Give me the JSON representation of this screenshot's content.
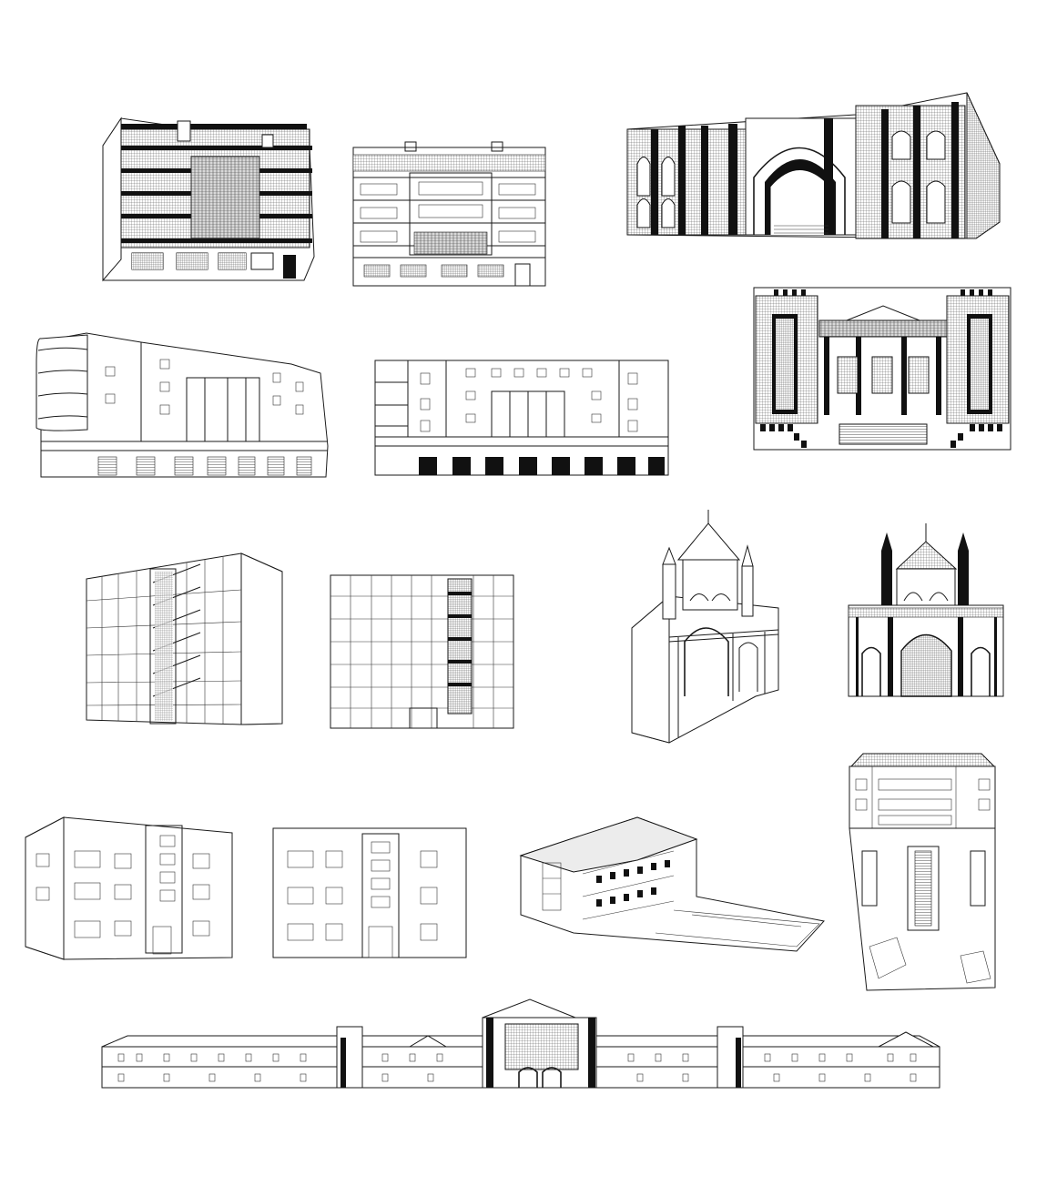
{
  "sheet": {
    "background": "#ffffff",
    "ink": "#1a1a1a",
    "drawings": [
      {
        "id": "modern-apartment-perspective",
        "kind": "perspective",
        "style": "modernist apartment block, hatched balconies"
      },
      {
        "id": "modern-apartment-elevation",
        "kind": "elevation",
        "style": "modernist apartment block"
      },
      {
        "id": "ishtar-gate-perspective",
        "kind": "perspective",
        "style": "monumental arched gate with tiled piers"
      },
      {
        "id": "ishtar-gate-elevation",
        "kind": "elevation",
        "style": "colonnaded gate with stepped crenellations"
      },
      {
        "id": "curved-corner-block-perspective",
        "kind": "perspective",
        "style": "streamline corner building with arcade"
      },
      {
        "id": "curved-corner-block-elevation",
        "kind": "elevation",
        "style": "streamline block with shopfronts"
      },
      {
        "id": "glass-office-stair-perspective",
        "kind": "perspective",
        "style": "curtain wall office with external stair"
      },
      {
        "id": "glass-office-stair-elevation",
        "kind": "elevation",
        "style": "curtain wall office"
      },
      {
        "id": "domed-gateway-perspective",
        "kind": "perspective",
        "style": "gateway with pagoda roof and minarets"
      },
      {
        "id": "domed-gateway-elevation",
        "kind": "elevation",
        "style": "gateway with pagoda roof and minarets"
      },
      {
        "id": "hip-roof-building-elevation",
        "kind": "elevation",
        "style": "hip-roofed building above site plan"
      },
      {
        "id": "corner-residence-perspective",
        "kind": "perspective",
        "style": "three storey residence"
      },
      {
        "id": "corner-residence-elevation",
        "kind": "elevation",
        "style": "three storey residence"
      },
      {
        "id": "courtyard-building-axonometric",
        "kind": "axonometric",
        "style": "L-shaped building with courtyard"
      },
      {
        "id": "long-barracks-elevation",
        "kind": "elevation",
        "style": "long two storey building with central pavilion"
      }
    ]
  }
}
